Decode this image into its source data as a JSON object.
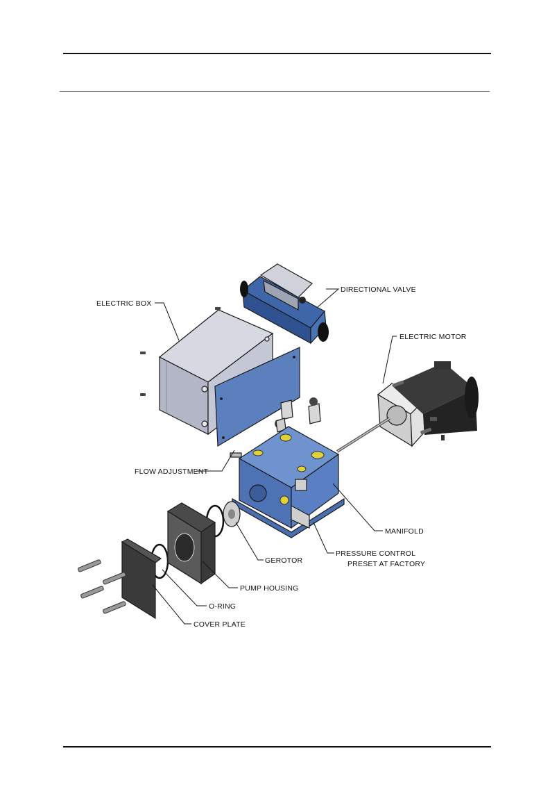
{
  "labels": {
    "directional_valve": "DIRECTIONAL VALVE",
    "electric_box": "ELECTRIC BOX",
    "electric_motor": "ELECTRIC MOTOR",
    "flow_adjustment": "FLOW ADJUSTMENT",
    "manifold": "MANIFOLD",
    "pressure_control_line1": "PRESSURE CONTROL",
    "pressure_control_line2": "PRESET AT FACTORY",
    "gerotor": "GEROTOR",
    "pump_housing": "PUMP HOUSING",
    "o_ring": "O-RING",
    "cover_plate": "COVER PLATE"
  },
  "colors": {
    "valve_blue": "#3f66a8",
    "manifold_blue": "#5d84c4",
    "box_grey": "#b9bccb",
    "motor_black": "#2b2b2b",
    "port_yellow": "#e2d23a"
  }
}
